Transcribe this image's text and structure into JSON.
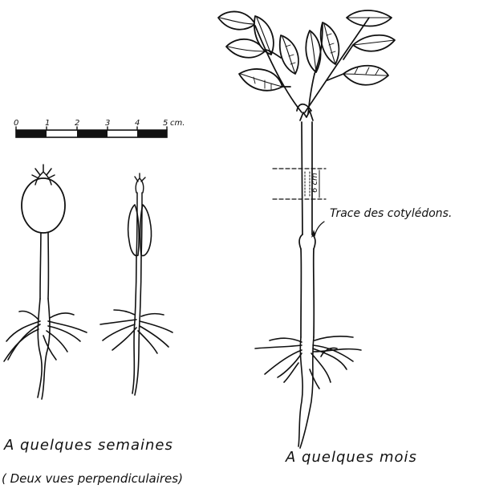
{
  "scale_bar": {
    "ticks": [
      "0",
      "1",
      "2",
      "3",
      "4",
      "5"
    ],
    "unit": "cm."
  },
  "annotation": {
    "trace": "Trace des cotylédons.",
    "measure": "6 cm"
  },
  "captions": {
    "weeks": "A quelques semaines",
    "weeks_sub": "( Deux vues perpendiculaires)",
    "months": "A quelques mois"
  }
}
